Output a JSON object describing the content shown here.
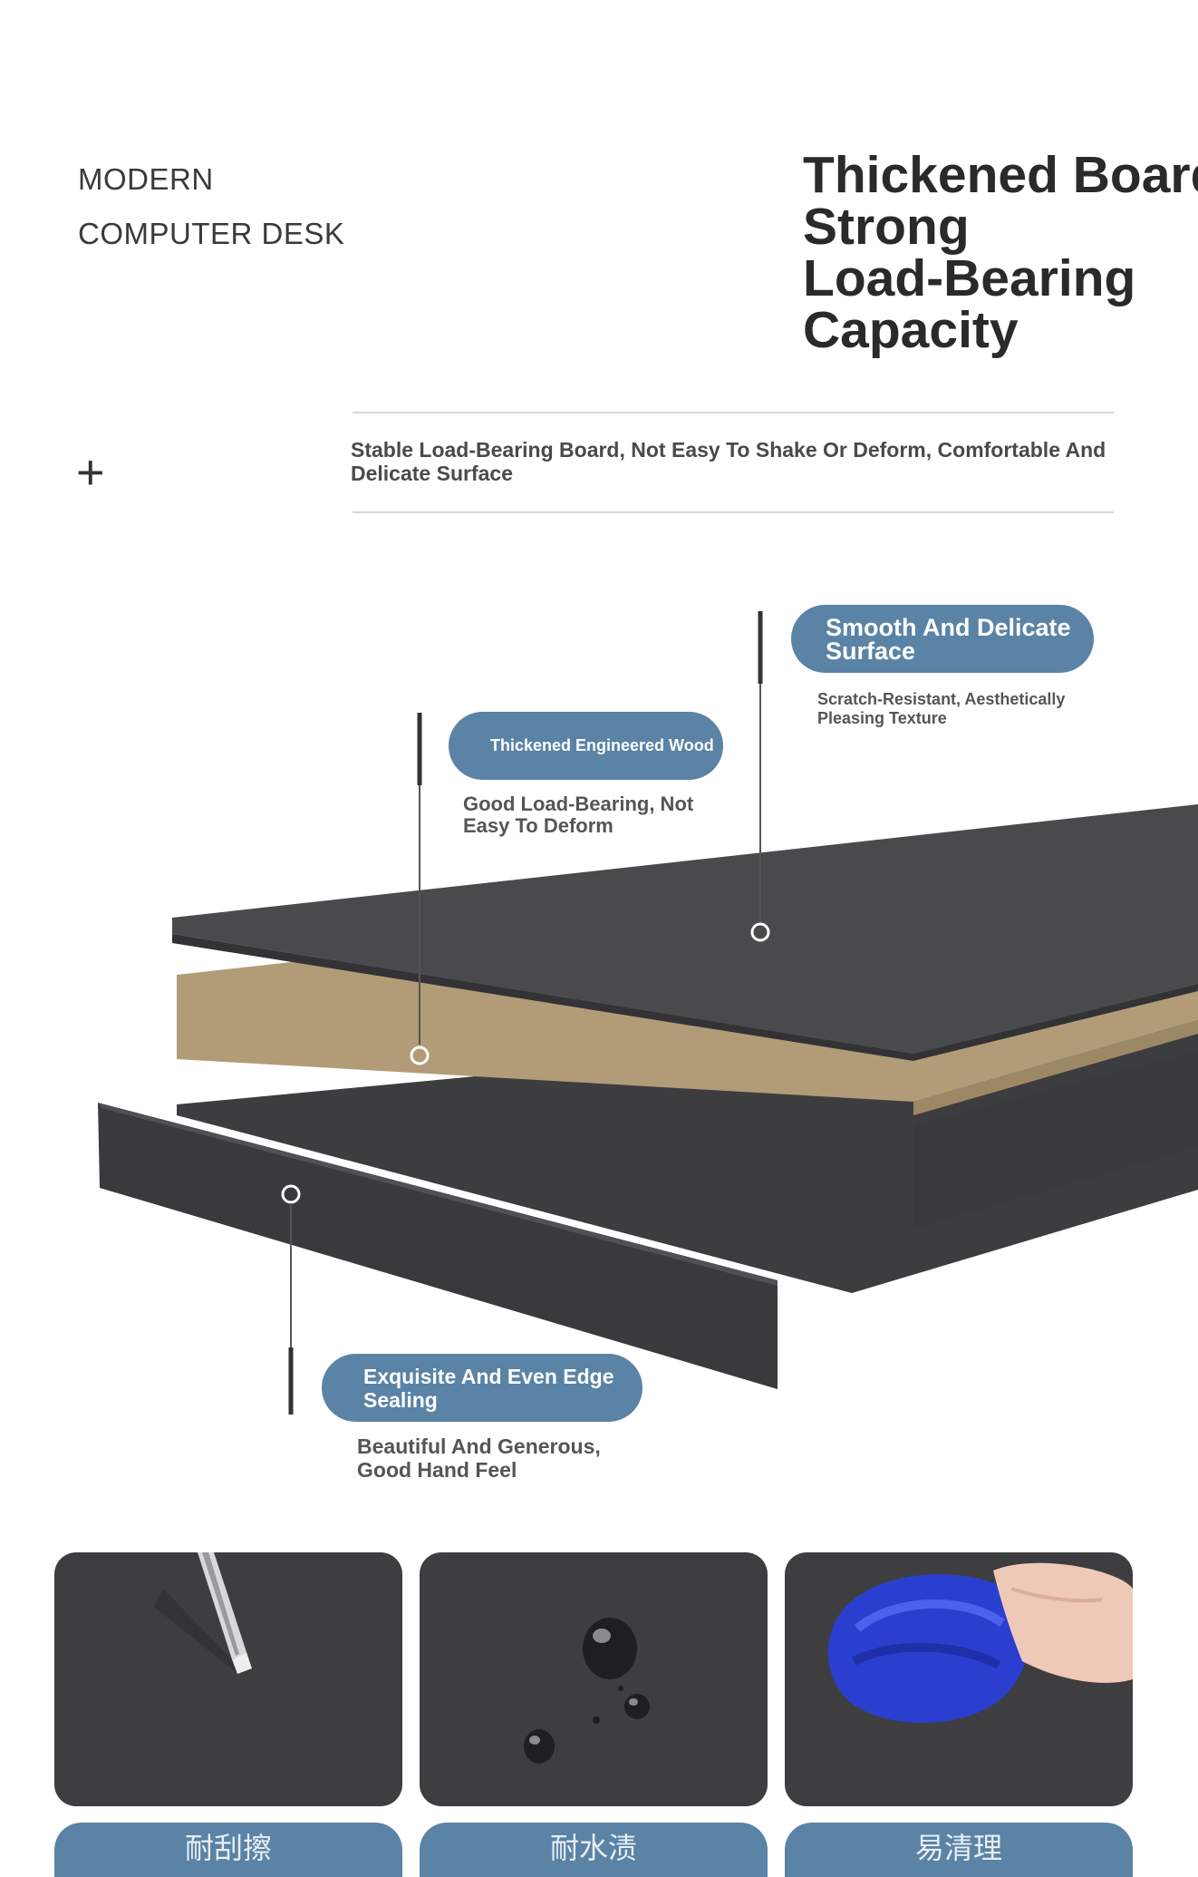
{
  "brand": {
    "line1": "MODERN",
    "line2": "COMPUTER DESK"
  },
  "headline": {
    "line1": "Thickened Board,",
    "line2": "Strong",
    "line3": "Load-Bearing",
    "line4": "Capacity"
  },
  "plus_symbol": "+",
  "subheading": "Stable Load-Bearing Board, Not Easy To Shake Or Deform, Comfortable And Delicate Surface",
  "callouts": [
    {
      "label": "Smooth And Delicate Surface",
      "note": "Scratch-Resistant, Aesthetically Pleasing Texture"
    },
    {
      "label": "Thickened Engineered Wood",
      "note": "Good Load-Bearing, Not Easy To Deform"
    },
    {
      "label": "Exquisite And Even Edge Sealing",
      "note": "Beautiful And Generous, Good Hand Feel"
    }
  ],
  "features": [
    {
      "label": "耐刮擦",
      "icon": "screwdriver-icon"
    },
    {
      "label": "耐水渍",
      "icon": "water-drops-icon"
    },
    {
      "label": "易清理",
      "icon": "cleaning-cloth-icon"
    }
  ],
  "colors": {
    "accent": "#5a83a6",
    "board": "#4a4a4d",
    "core": "#b8a27e",
    "text": "#2b2b2b"
  }
}
